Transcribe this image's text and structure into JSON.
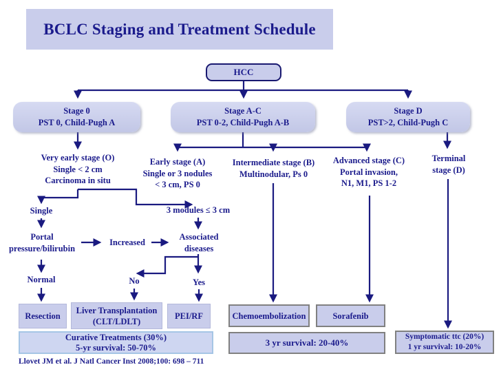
{
  "title": "BCLC Staging and Treatment Schedule",
  "root": {
    "label": "HCC"
  },
  "stages": [
    {
      "title": "Stage 0",
      "subtitle": "PST 0, Child-Pugh A"
    },
    {
      "title": "Stage A-C",
      "subtitle": "PST 0-2, Child-Pugh A-B"
    },
    {
      "title": "Stage D",
      "subtitle": "PST>2, Child-Pugh C"
    }
  ],
  "substages": [
    {
      "line1": "Very early stage (O)",
      "line2": "Single < 2 cm",
      "line3": "Carcinoma in situ"
    },
    {
      "line1": "Early stage (A)",
      "line2": "Single or 3 nodules",
      "line3": "< 3 cm, PS 0"
    },
    {
      "line1": "Intermediate stage (B)",
      "line2": "Multinodular, Ps 0",
      "line3": ""
    },
    {
      "line1": "Advanced stage (C)",
      "line2": "Portal invasion,",
      "line3": "N1, M1, PS 1-2"
    },
    {
      "line1": "Terminal",
      "line2": "stage (D)",
      "line3": ""
    }
  ],
  "decisions": {
    "single": "Single",
    "modules": "3 modules ≤ 3 cm",
    "portal_line1": "Portal",
    "portal_line2": "pressure/bilirubin",
    "increased": "Increased",
    "associated_line1": "Associated",
    "associated_line2": "diseases",
    "normal": "Normal",
    "no": "No",
    "yes": "Yes"
  },
  "treatments": {
    "resection": "Resection",
    "transplant_line1": "Liver Transplantation",
    "transplant_line2": "(CLT/LDLT)",
    "pei_rf": "PEI/RF",
    "chemoembolization": "Chemoembolization",
    "sorafenib": "Sorafenib"
  },
  "outcomes": {
    "curative_line1": "Curative Treatments (30%)",
    "curative_line2": "5-yr survival: 50-70%",
    "survival_3yr": "3 yr survival: 20-40%",
    "symptomatic_line1": "Symptomatic ttc (20%)",
    "symptomatic_line2": "1 yr survival: 10-20%"
  },
  "citation": "Llovet JM et al. J Natl Cancer Inst 2008;100: 698 – 711",
  "colors": {
    "text": "#1b1b8c",
    "arrow": "#1a1a80",
    "box_fill": "#c9cdeb",
    "gray_border": "#808080",
    "curative_border": "#a5c5e5"
  }
}
